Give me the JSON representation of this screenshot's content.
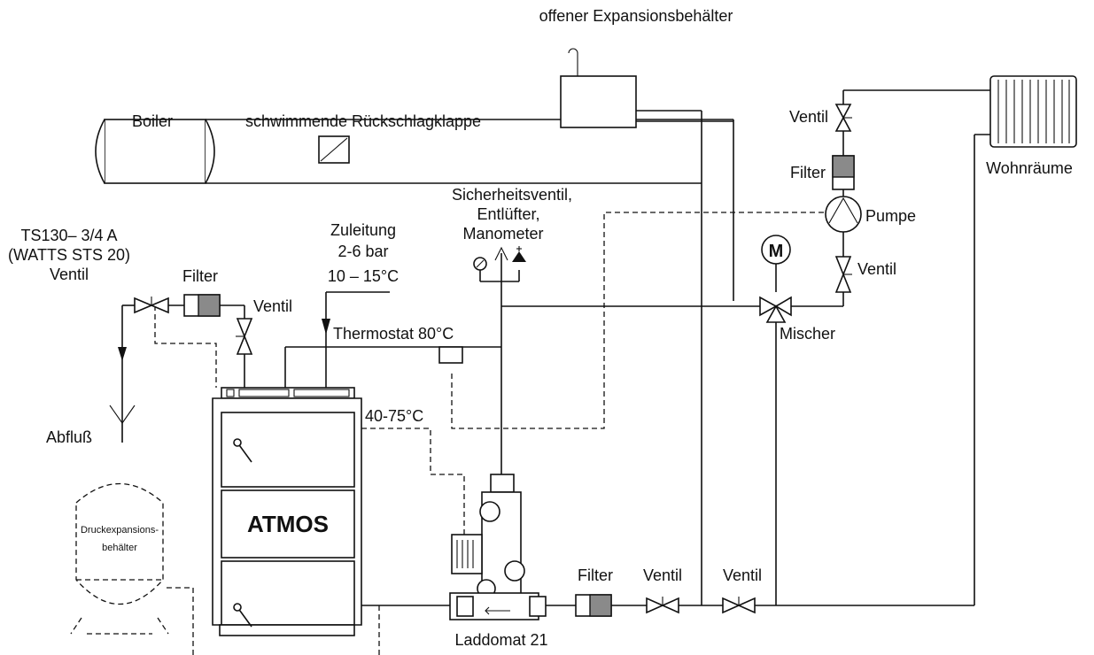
{
  "labels": {
    "expansion_open": "offener Expansionsbehälter",
    "boiler": "Boiler",
    "check_valve": "schwimmende Rückschlagklappe",
    "ventil_top": "Ventil",
    "filter_top": "Filter",
    "wohnraeume": "Wohnräume",
    "safety_line1": "Sicherheitsventil,",
    "safety_line2": "Entlüfter,",
    "safety_line3": "Manometer",
    "pump": "Pumpe",
    "motor_symbol": "M",
    "ventil_right": "Ventil",
    "mixer": "Mischer",
    "supply_line1": "Zuleitung",
    "supply_line2": "2-6 bar",
    "supply_line3": "10 – 15°C",
    "ts_line1": "TS130– 3/4 A",
    "ts_line2": "(WATTS STS 20)",
    "ts_line3": "Ventil",
    "filter_left": "Filter",
    "ventil_left": "Ventil",
    "thermostat": "Thermostat 80°C",
    "temp_range": "40-75°C",
    "drain": "Abfluß",
    "brand": "ATMOS",
    "pressure_tank_line1": "Druckexpansions-",
    "pressure_tank_line2": "behälter",
    "filter_bottom": "Filter",
    "ventil_bottom1": "Ventil",
    "ventil_bottom2": "Ventil",
    "laddomat": "Laddomat 21"
  },
  "icons": [
    "radiator-icon",
    "pump-icon",
    "motor-icon",
    "valve-icon",
    "filter-icon",
    "check-valve-icon",
    "manometer-icon",
    "thermostat-icon"
  ]
}
